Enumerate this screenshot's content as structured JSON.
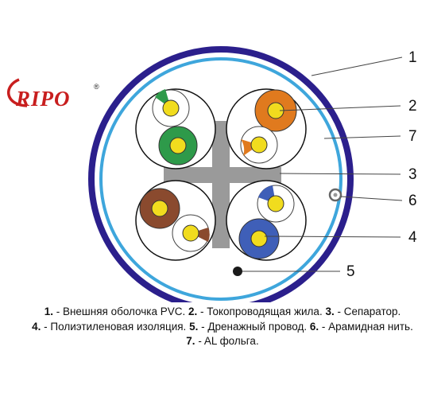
{
  "logo": {
    "text": "RIPO",
    "mark": "®"
  },
  "callouts": [
    "1",
    "2",
    "7",
    "3",
    "6",
    "4",
    "5"
  ],
  "legend": [
    [
      {
        "num": "1.",
        "text": " - Внешняя оболочка PVC. "
      },
      {
        "num": "2.",
        "text": " - Токопроводящая жила. "
      },
      {
        "num": "3.",
        "text": " - Сепаратор."
      }
    ],
    [
      {
        "num": "4.",
        "text": " - Полиэтиленовая изоляция. "
      },
      {
        "num": "5.",
        "text": " - Дренажный провод. "
      },
      {
        "num": "6.",
        "text": " - Арамидная нить."
      }
    ],
    [
      {
        "num": "7.",
        "text": " - AL фольга."
      }
    ]
  ],
  "colors": {
    "outer_sheath": "#2b1f8c",
    "foil": "#3ea6dc",
    "separator": "#9a9a9a",
    "conductor": "#f1dc1e",
    "pair_green": "#2e9a4a",
    "pair_orange": "#e07a1e",
    "pair_brown": "#8a4a2e",
    "pair_blue": "#3f5fb8",
    "logo_red": "#c81e1e"
  }
}
